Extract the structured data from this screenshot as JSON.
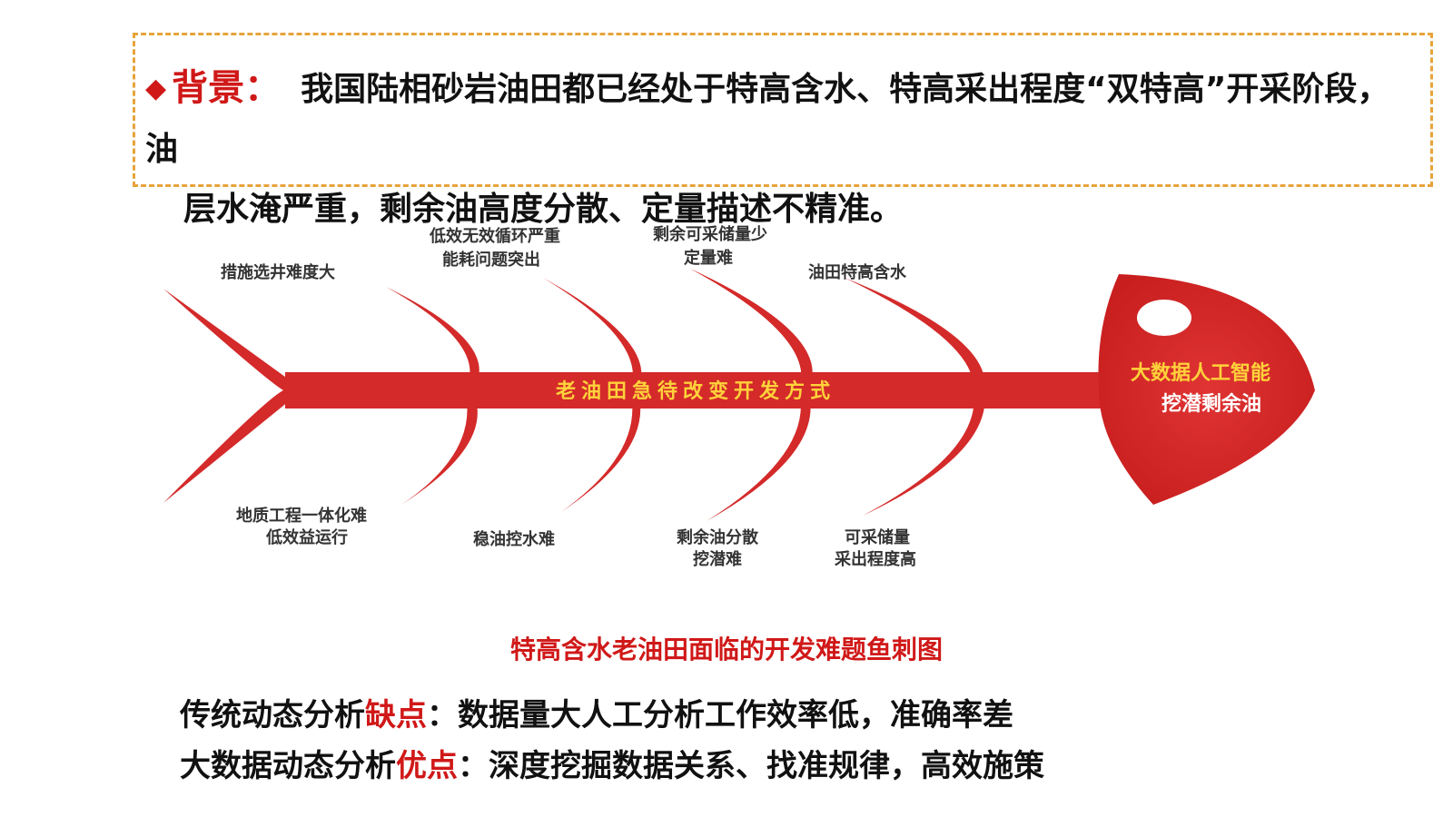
{
  "background": {
    "label": "背景：",
    "line1": "我国陆相砂岩油田都已经处于特高含水、特高采出程度“双特高”开采阶段，油",
    "line2": "层水淹严重，剩余油高度分散、定量描述不精准。"
  },
  "fishbone": {
    "spine_label": "老油田急待改变开发方式",
    "head_label": {
      "line1": "大数据人工智能",
      "line2": "挖潜剩余油"
    },
    "upper_causes": [
      {
        "lines": [
          "措施选井难度大"
        ]
      },
      {
        "lines": [
          "低效无效循环严重",
          "能耗问题突出"
        ]
      },
      {
        "lines": [
          "剩余可采储量少",
          "定量难"
        ]
      },
      {
        "lines": [
          "油田特高含水"
        ]
      }
    ],
    "lower_causes": [
      {
        "lines": [
          "地质工程一体化难",
          "低效益运行"
        ]
      },
      {
        "lines": [
          "稳油控水难"
        ]
      },
      {
        "lines": [
          "剩余油分散",
          "挖潜难"
        ]
      },
      {
        "lines": [
          "可采储量",
          "采出程度高"
        ]
      }
    ],
    "colors": {
      "body": "#d42a2a",
      "spine_text": "#ffd23a",
      "head_text_1": "#ffd23a",
      "head_text_2": "#ffffff"
    }
  },
  "caption": "特高含水老油田面临的开发难题鱼刺图",
  "notes": [
    {
      "prefix": "传统动态分析",
      "highlight": "缺点",
      "suffix": "：数据量大人工分析工作效率低，准确率差"
    },
    {
      "prefix": "大数据动态分析",
      "highlight": "优点",
      "suffix": "：深度挖掘数据关系、找准规律，高效施策"
    }
  ]
}
